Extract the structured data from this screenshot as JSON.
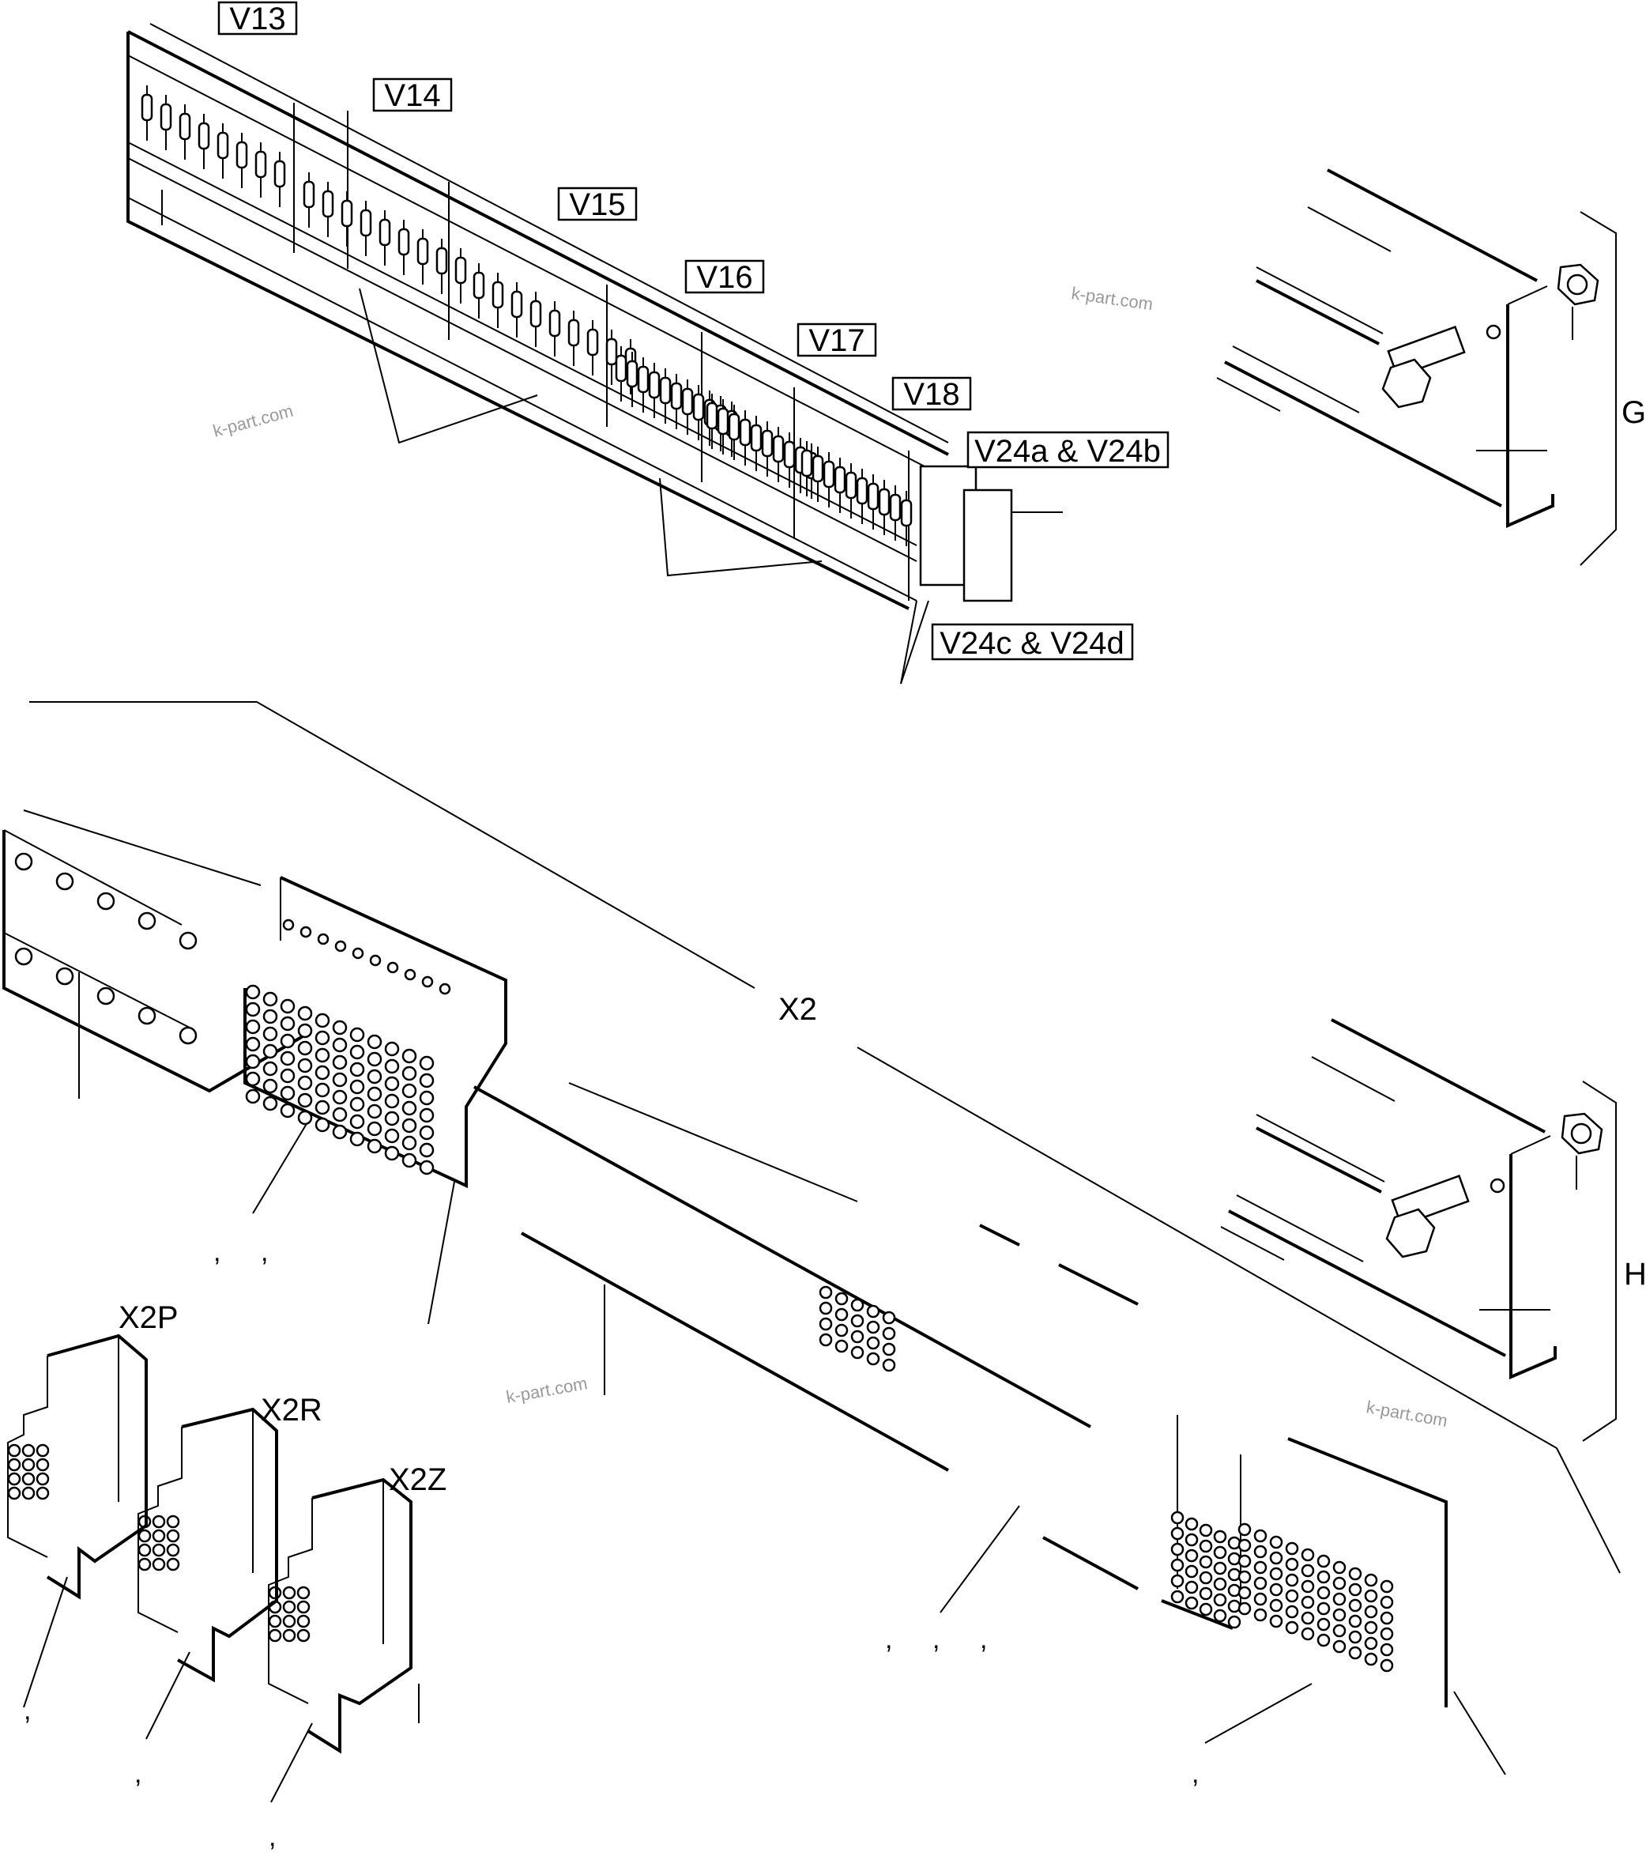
{
  "labels": {
    "v13": "V13",
    "v14": "V14",
    "v15": "V15",
    "v16": "V16",
    "v17": "V17",
    "v18": "V18",
    "v24ab": "V24a & V24b",
    "v24cd": "V24c & V24d",
    "g": "G",
    "h": "H",
    "x2": "X2",
    "x2p": "X2P",
    "x2r": "X2R",
    "x2z": "X2Z"
  },
  "watermark": "k-part.com",
  "comma": ","
}
